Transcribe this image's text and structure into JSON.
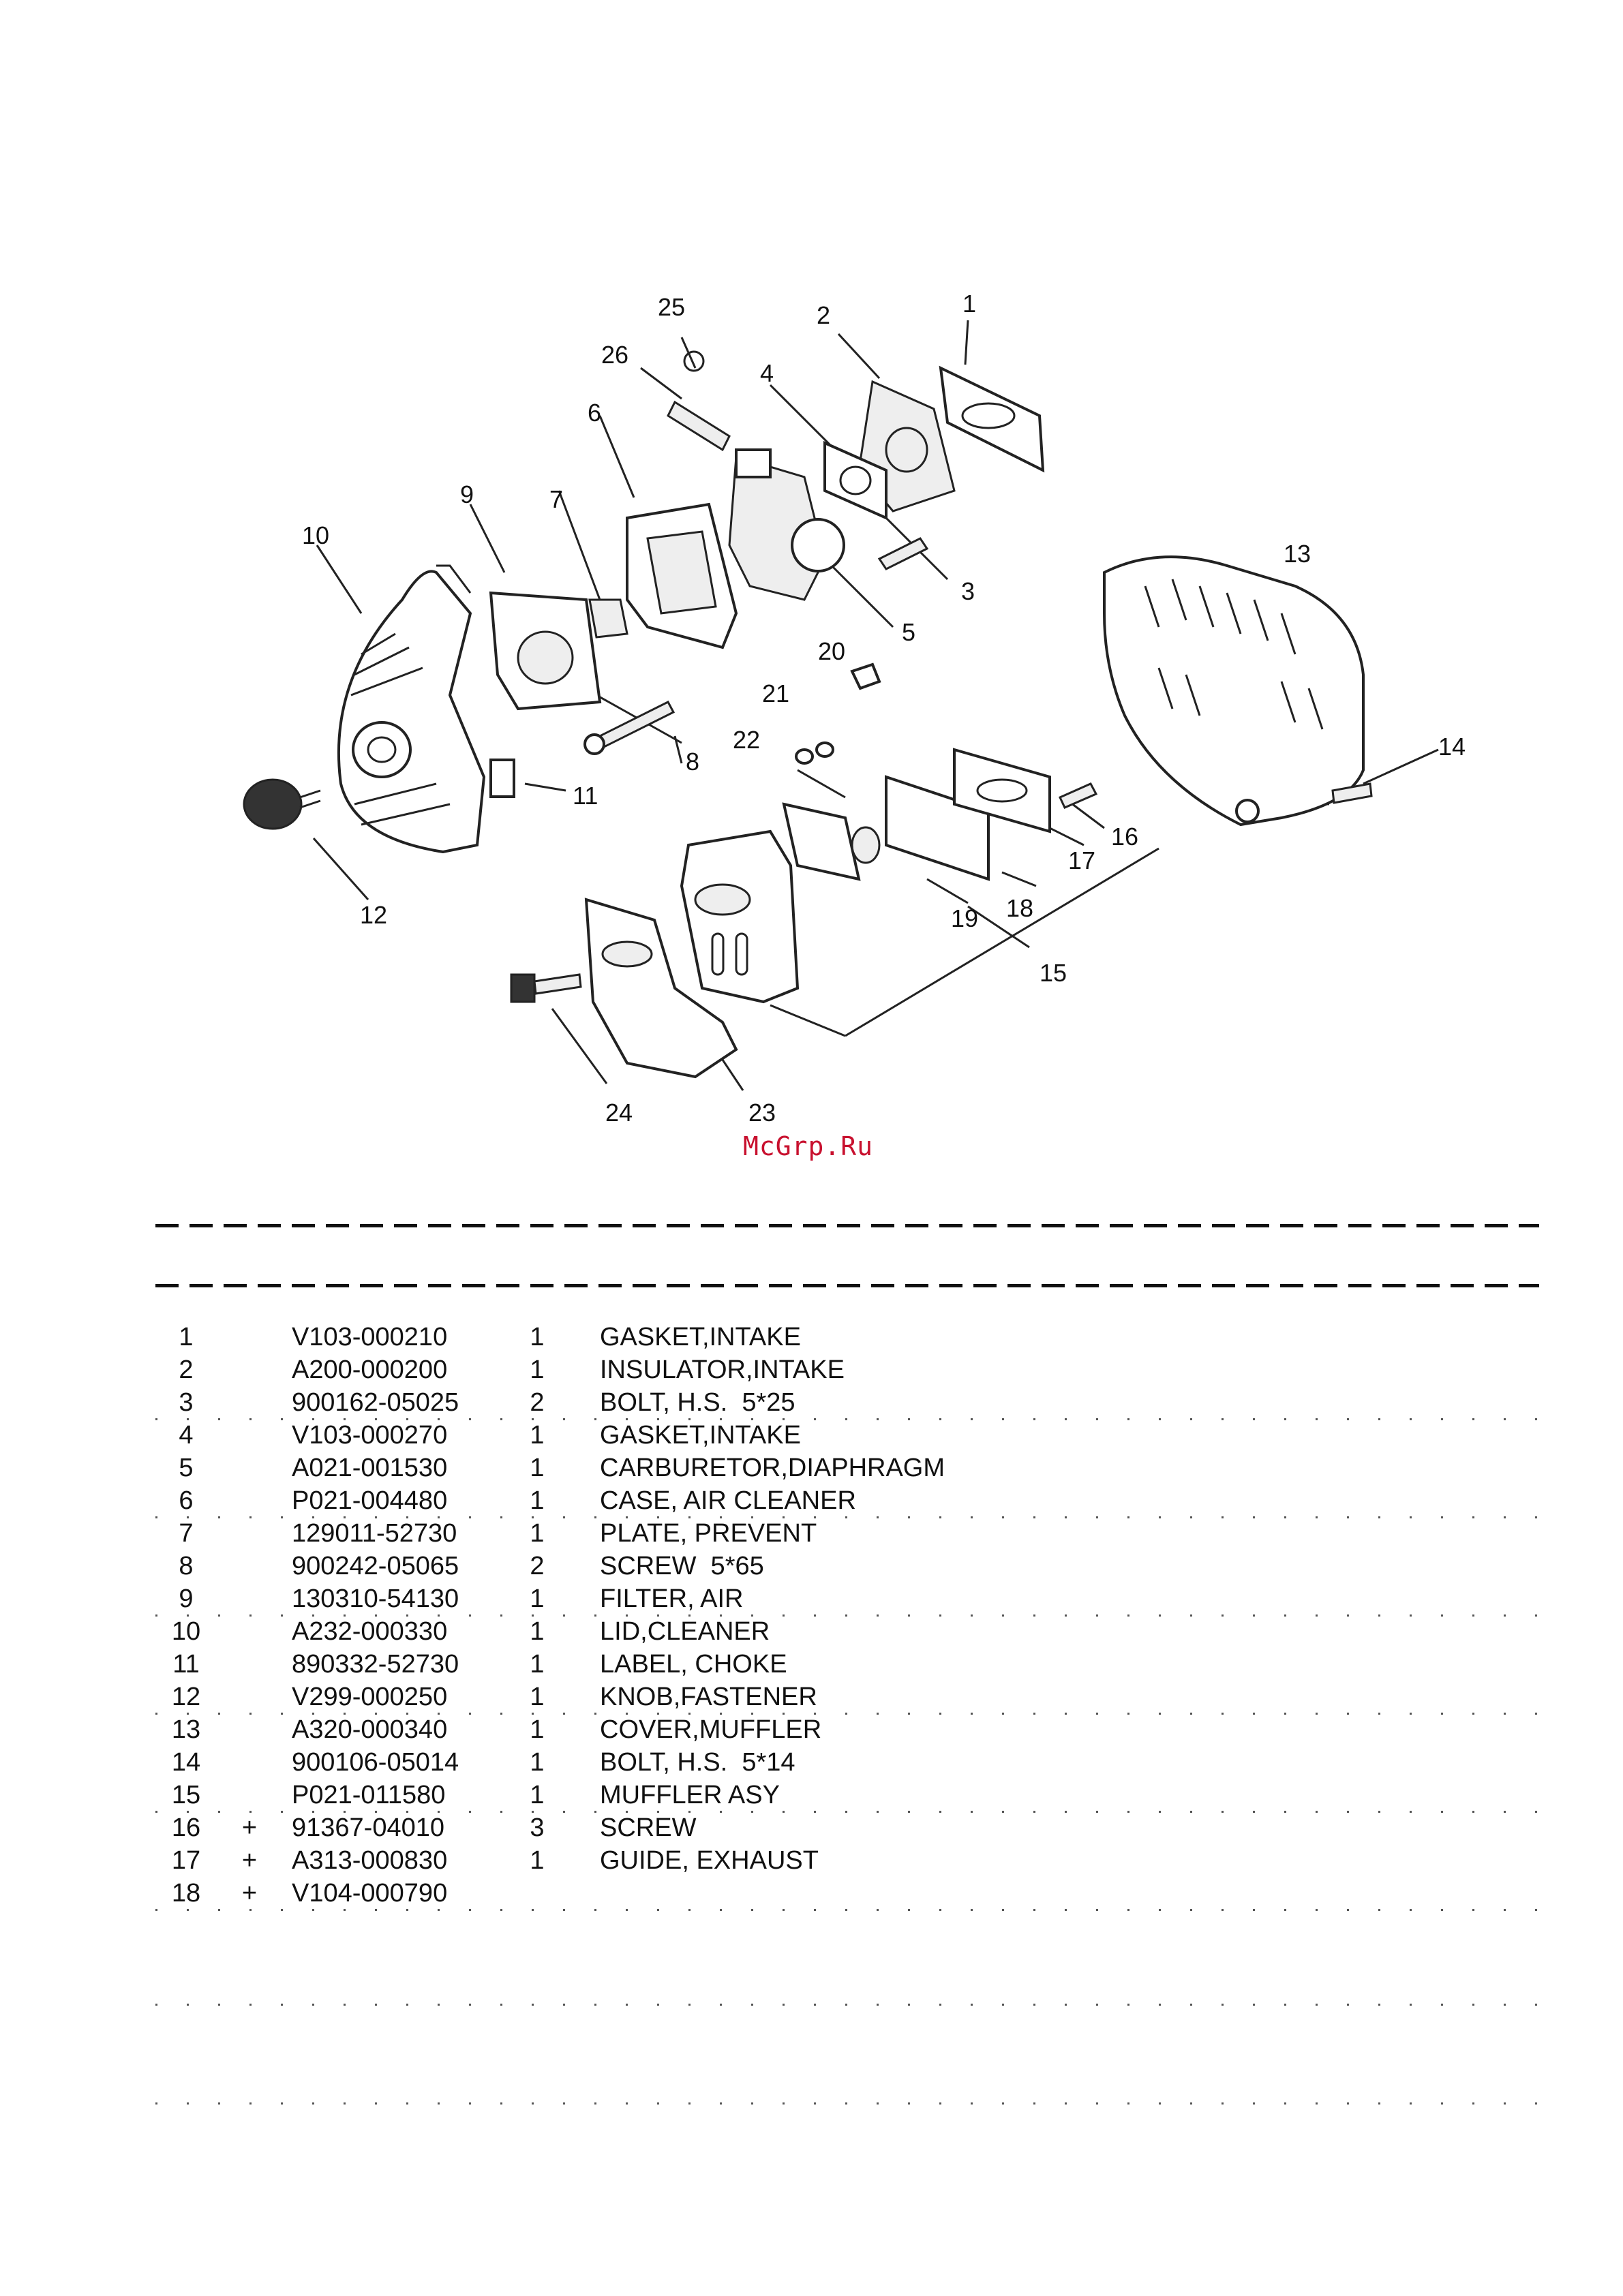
{
  "diagram": {
    "callouts": [
      "1",
      "2",
      "3",
      "4",
      "5",
      "6",
      "7",
      "8",
      "9",
      "10",
      "11",
      "12",
      "13",
      "14",
      "15",
      "16",
      "17",
      "18",
      "19",
      "20",
      "21",
      "22",
      "23",
      "24",
      "25",
      "26"
    ]
  },
  "watermark": "McGrp.Ru",
  "parts": [
    {
      "no": "1",
      "mark": "",
      "part_number": "V103-000210",
      "qty": "1",
      "description": "GASKET,INTAKE"
    },
    {
      "no": "2",
      "mark": "",
      "part_number": "A200-000200",
      "qty": "1",
      "description": "INSULATOR,INTAKE"
    },
    {
      "no": "3",
      "mark": "",
      "part_number": "900162-05025",
      "qty": "2",
      "description": "BOLT, H.S.  5*25"
    },
    {
      "no": "4",
      "mark": "",
      "part_number": "V103-000270",
      "qty": "1",
      "description": "GASKET,INTAKE"
    },
    {
      "no": "5",
      "mark": "",
      "part_number": "A021-001530",
      "qty": "1",
      "description": "CARBURETOR,DIAPHRAGM"
    },
    {
      "no": "6",
      "mark": "",
      "part_number": "P021-004480",
      "qty": "1",
      "description": "CASE, AIR CLEANER"
    },
    {
      "no": "7",
      "mark": "",
      "part_number": "129011-52730",
      "qty": "1",
      "description": "PLATE, PREVENT"
    },
    {
      "no": "8",
      "mark": "",
      "part_number": "900242-05065",
      "qty": "2",
      "description": "SCREW  5*65"
    },
    {
      "no": "9",
      "mark": "",
      "part_number": "130310-54130",
      "qty": "1",
      "description": "FILTER, AIR"
    },
    {
      "no": "10",
      "mark": "",
      "part_number": "A232-000330",
      "qty": "1",
      "description": "LID,CLEANER"
    },
    {
      "no": "11",
      "mark": "",
      "part_number": "890332-52730",
      "qty": "1",
      "description": "LABEL, CHOKE"
    },
    {
      "no": "12",
      "mark": "",
      "part_number": "V299-000250",
      "qty": "1",
      "description": "KNOB,FASTENER"
    },
    {
      "no": "13",
      "mark": "",
      "part_number": "A320-000340",
      "qty": "1",
      "description": "COVER,MUFFLER"
    },
    {
      "no": "14",
      "mark": "",
      "part_number": "900106-05014",
      "qty": "1",
      "description": "BOLT, H.S.  5*14"
    },
    {
      "no": "15",
      "mark": "",
      "part_number": "P021-011580",
      "qty": "1",
      "description": "MUFFLER ASY"
    },
    {
      "no": "16",
      "mark": "+",
      "part_number": "91367-04010",
      "qty": "3",
      "description": "SCREW"
    },
    {
      "no": "17",
      "mark": "+",
      "part_number": "A313-000830",
      "qty": "1",
      "description": "GUIDE, EXHAUST"
    },
    {
      "no": "18",
      "mark": "+",
      "part_number": "V104-000790",
      "qty": "",
      "description": ""
    }
  ]
}
